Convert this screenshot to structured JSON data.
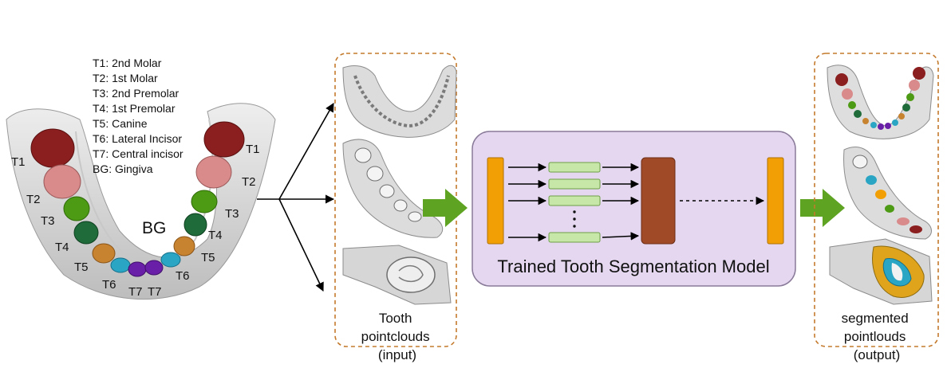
{
  "legend": {
    "items": [
      "T1: 2nd Molar",
      "T2: 1st Molar",
      "T3: 2nd Premolar",
      "T4: 1st Premolar",
      "T5: Canine",
      "T6: Lateral Incisor",
      "T7: Central incisor",
      "BG: Gingiva"
    ]
  },
  "jaw": {
    "gingiva_label": "BG",
    "tooth_labels": [
      "T1",
      "T2",
      "T3",
      "T4",
      "T5",
      "T6",
      "T7",
      "T7",
      "T6",
      "T5",
      "T4",
      "T3",
      "T2",
      "T1"
    ]
  },
  "input_panel": {
    "line1": "Tooth",
    "line2": "pointclouds",
    "line3": "(input)"
  },
  "model": {
    "label": "Trained Tooth Segmentation Model"
  },
  "output_panel": {
    "line1": "segmented",
    "line2": "pointlouds",
    "line3": "(output)"
  },
  "colors": {
    "molar2": "#8b1e1e",
    "molar1": "#d98a8a",
    "premolar2": "#4d9a14",
    "premolar1": "#1f6b3a",
    "canine": "#c7832f",
    "lateral": "#2aa6c4",
    "central": "#6a1fa8",
    "model_fill": "#e4d7ef",
    "model_stroke": "#8a7a9a",
    "orange_bar": "#f29f05",
    "brown_block": "#a04a28",
    "green_box": "#c6e7a7",
    "green_arrow": "#5ea321",
    "dashed_box": "#c47a2c"
  }
}
